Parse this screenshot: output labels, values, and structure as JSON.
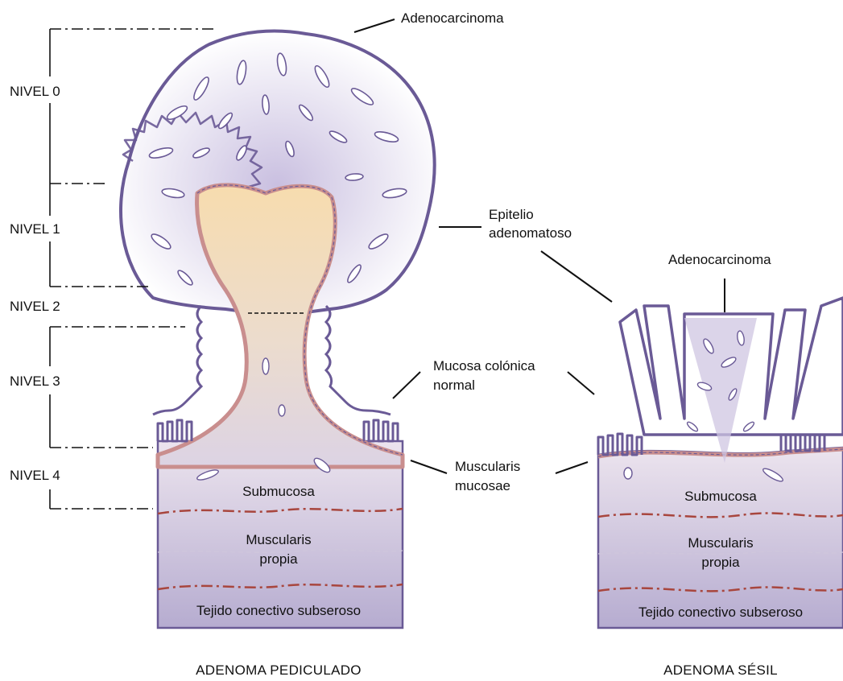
{
  "colors": {
    "epithelium_stroke": "#6a5a96",
    "lumen_fill": "#ffffff",
    "tumor_fill": "#d9d2e6",
    "stalk_fill": "#f6deb8",
    "muscularis_mucosae": "#c98e8e",
    "tissue_top": "#e9e1ec",
    "tissue_bottom": "#b8aed0",
    "dash_red": "#a8463e",
    "leader": "#111111"
  },
  "levels": [
    {
      "name": "NIVEL 0"
    },
    {
      "name": "NIVEL 1"
    },
    {
      "name": "NIVEL 2"
    },
    {
      "name": "NIVEL 3"
    },
    {
      "name": "NIVEL 4"
    }
  ],
  "labels": {
    "adenocarcinoma_top": "Adenocarcinoma",
    "adenocarcinoma_right": "Adenocarcinoma",
    "epitelio_line1": "Epitelio",
    "epitelio_line2": "adenomatoso",
    "mucosa_line1": "Mucosa colónica",
    "mucosa_line2": "normal",
    "muscularis_line1": "Muscularis",
    "muscularis_line2": "mucosae"
  },
  "left_layers": {
    "submucosa": "Submucosa",
    "propia_line1": "Muscularis",
    "propia_line2": "propia",
    "serosa": "Tejido conectivo subseroso"
  },
  "right_layers": {
    "submucosa": "Submucosa",
    "propia_line1": "Muscularis",
    "propia_line2": "propia",
    "serosa": "Tejido conectivo subseroso"
  },
  "captions": {
    "left": "ADENOMA PEDICULADO",
    "right": "ADENOMA SÉSIL"
  }
}
